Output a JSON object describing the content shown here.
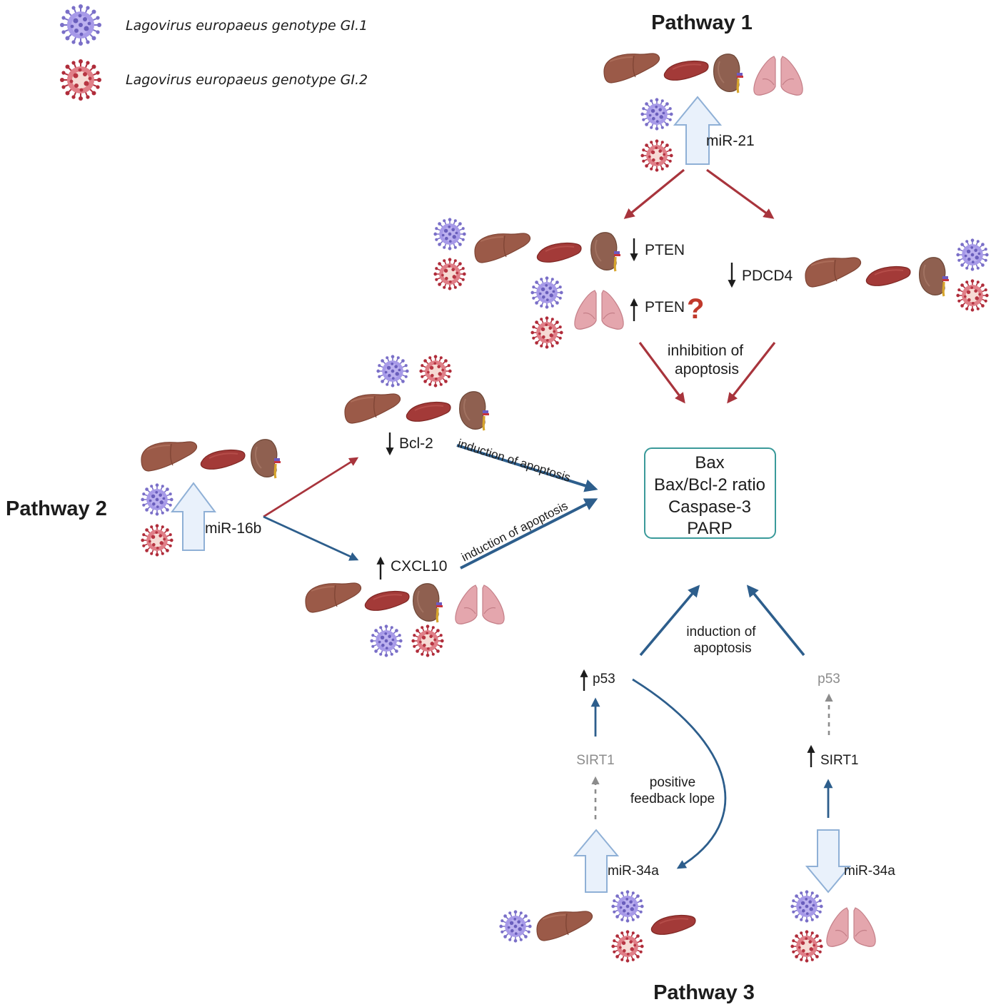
{
  "legend": [
    {
      "label": "Lagovirus europaeus genotype GI.1",
      "icon": "virus-gi1-icon",
      "color": "#8a7fd6"
    },
    {
      "label": "Lagovirus europaeus genotype GI.2",
      "icon": "virus-gi2-icon",
      "color": "#b73a45"
    }
  ],
  "colors": {
    "inhibition_arrow": "#a8343c",
    "induction_arrow": "#2d5e8c",
    "mirna_arrow_fill": "#e9f1fb",
    "mirna_arrow_stroke": "#8fb0d6",
    "box_border": "#3a9a9a",
    "liver": "#9b5a48",
    "spleen": "#a33a38",
    "kidney": "#8f6050",
    "lung": "#e4a6ad"
  },
  "pathway1": {
    "title": "Pathway 1",
    "mirna": "miR-21",
    "pten_down": "PTEN",
    "pten_up": "PTEN",
    "question": "?",
    "pdcd4": "PDCD4",
    "effect_line1": "inhibition of",
    "effect_line2": "apoptosis"
  },
  "pathway2": {
    "title": "Pathway 2",
    "mirna": "miR-16b",
    "bcl2": "Bcl-2",
    "cxcl10": "CXCL10",
    "effect_upper": "induction of apoptosis",
    "effect_lower": "induction of apoptosis"
  },
  "center_box": {
    "lines": [
      "Bax",
      "Bax/Bcl-2 ratio",
      "Caspase-3",
      "PARP"
    ]
  },
  "pathway3": {
    "title": "Pathway 3",
    "effect_line1": "induction of",
    "effect_line2": "apoptosis",
    "left_p53": "p53",
    "left_sirt1": "SIRT1",
    "left_mirna": "miR-34a",
    "feedback_line1": "positive",
    "feedback_line2": "feedback lope",
    "right_p53": "p53",
    "right_sirt1": "SIRT1",
    "right_mirna": "miR-34a"
  }
}
